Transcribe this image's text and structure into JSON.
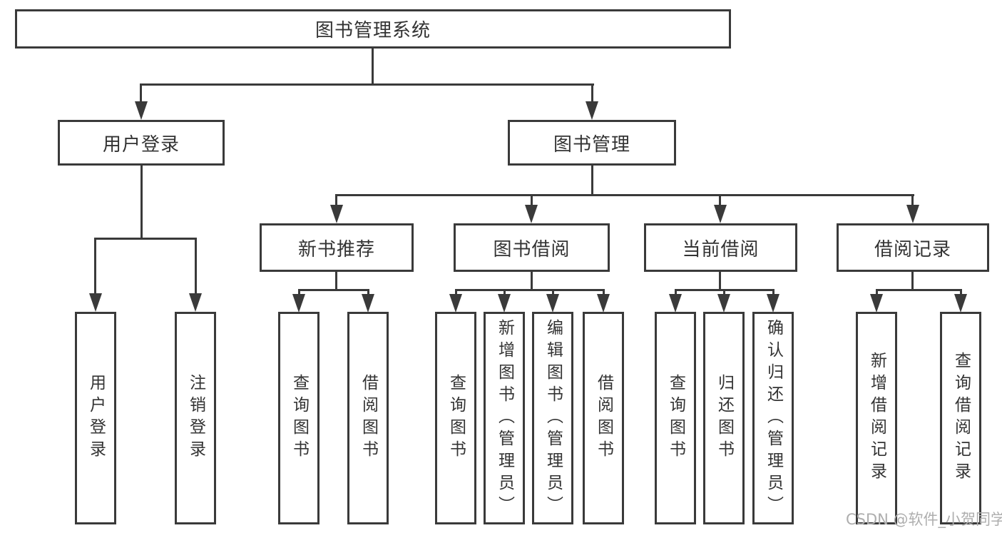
{
  "colors": {
    "line": "#3a3a3a",
    "node_border": "#3a3a3a",
    "node_text": "#333333",
    "background": "#ffffff",
    "watermark_text_color": "#aeaeae"
  },
  "watermark": {
    "text": "CSDN @软件_小贺同学"
  },
  "tree": {
    "label": "图书管理系统",
    "children": [
      {
        "label": "用户登录",
        "children": [
          {
            "label": "用户登录"
          },
          {
            "label": "注销登录"
          }
        ]
      },
      {
        "label": "图书管理",
        "children": [
          {
            "label": "新书推荐",
            "children": [
              {
                "label": "查询图书"
              },
              {
                "label": "借阅图书"
              }
            ]
          },
          {
            "label": "图书借阅",
            "children": [
              {
                "label": "查询图书"
              },
              {
                "label": "新增图书（管理员）"
              },
              {
                "label": "编辑图书（管理员）"
              },
              {
                "label": "借阅图书"
              }
            ]
          },
          {
            "label": "当前借阅",
            "children": [
              {
                "label": "查询图书"
              },
              {
                "label": "归还图书"
              },
              {
                "label": "确认归还（管理员）"
              }
            ]
          },
          {
            "label": "借阅记录",
            "children": [
              {
                "label": "新增借阅记录"
              },
              {
                "label": "查询借阅记录"
              }
            ]
          }
        ]
      }
    ]
  }
}
